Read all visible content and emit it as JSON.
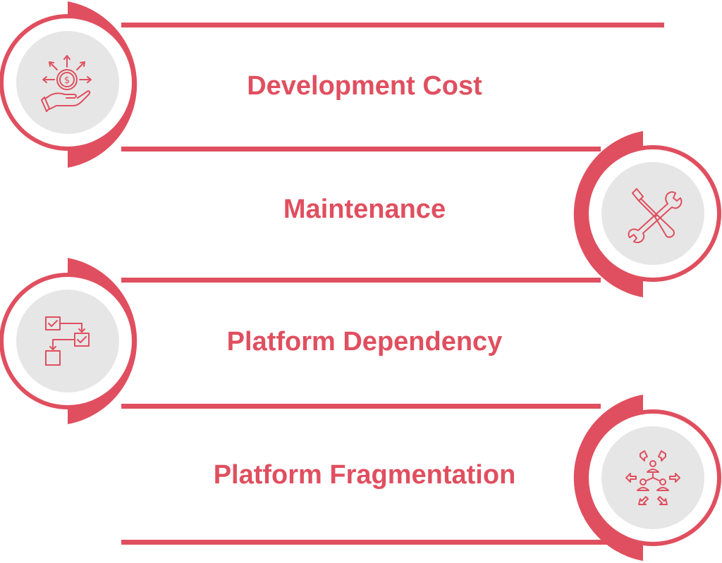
{
  "colors": {
    "accent": "#e04f5f",
    "icon_background": "#e6e6e6",
    "page_background": "#ffffff"
  },
  "items": [
    {
      "label": "Development Cost",
      "icon": "money-hand-icon"
    },
    {
      "label": "Maintenance",
      "icon": "tools-icon"
    },
    {
      "label": "Platform Dependency",
      "icon": "workflow-checklist-icon"
    },
    {
      "label": "Platform Fragmentation",
      "icon": "network-users-icon"
    }
  ]
}
